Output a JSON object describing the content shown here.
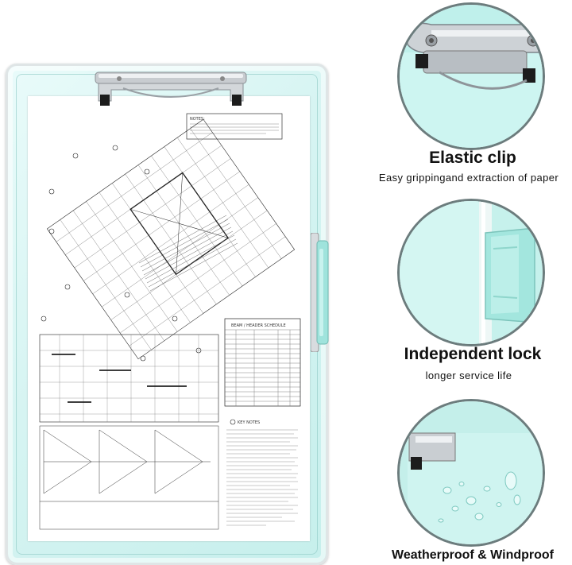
{
  "features": [
    {
      "title": "Elastic clip",
      "subtitle": "Easy grippingand extraction of paper"
    },
    {
      "title": "Independent lock",
      "subtitle": "longer service life"
    },
    {
      "title": "Weatherproof & Windproof",
      "subtitle": ""
    }
  ],
  "blueprint": {
    "notes_header": "NOTES:",
    "schedule_title": "BEAM / HEADER SCHEDULE",
    "key_notes_title": "KEY NOTES"
  },
  "colors": {
    "clipboard_mint": "#c6efec",
    "clip_metal": "#c8ccd0",
    "circle_border": "#6c7c7d"
  }
}
